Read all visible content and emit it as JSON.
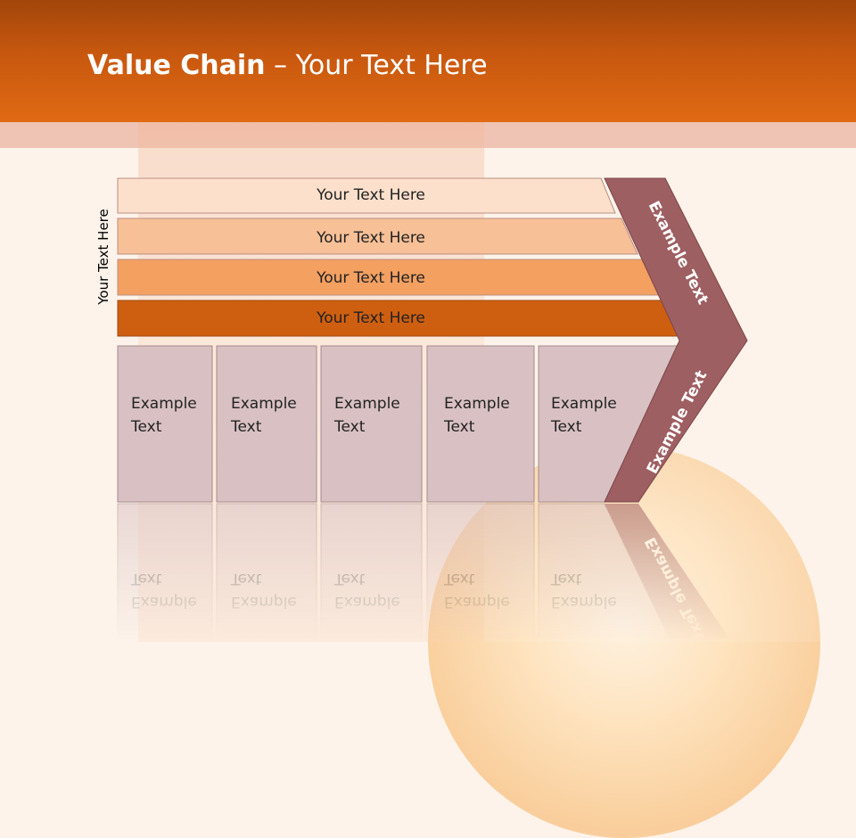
{
  "title": {
    "bold": "Value Chain",
    "rest": " – Your Text Here"
  },
  "side_label": "Your Text Here",
  "support_bars": [
    {
      "label": "Your Text Here",
      "color": "#fce0cc"
    },
    {
      "label": "Your Text Here",
      "color": "#f8c097"
    },
    {
      "label": "Your Text Here",
      "color": "#f3a061"
    },
    {
      "label": "Your Text Here",
      "color": "#cf5f10"
    }
  ],
  "primary_boxes": [
    {
      "line1": "Example",
      "line2": "Text"
    },
    {
      "line1": "Example",
      "line2": "Text"
    },
    {
      "line1": "Example",
      "line2": "Text"
    },
    {
      "line1": "Example",
      "line2": "Text"
    },
    {
      "line1": "Example",
      "line2": "Text"
    }
  ],
  "chevron": {
    "upper": "Example Text",
    "lower": "Example Text",
    "color": "#9e5f62"
  },
  "colors": {
    "header": "#d2600f",
    "box_fill": "#d9c1c3",
    "box_stroke": "#a58a8d"
  }
}
